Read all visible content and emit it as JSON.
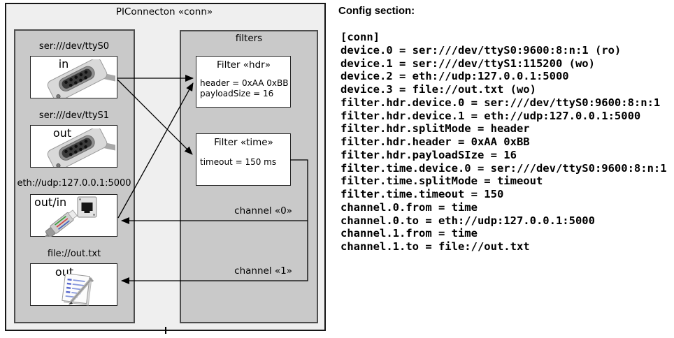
{
  "diagram": {
    "title": "PIConnecton «conn»",
    "filters_label": "filters",
    "devices": [
      {
        "label": "ser:///dev/ttyS0",
        "direction": "in",
        "icon": "serial-connector-icon"
      },
      {
        "label": "ser:///dev/ttyS1",
        "direction": "out",
        "icon": "serial-connector-icon"
      },
      {
        "label": "eth://udp:127.0.0.1:5000",
        "direction": "out/in",
        "icon": "ethernet-icon"
      },
      {
        "label": "file://out.txt",
        "direction": "out",
        "icon": "notepad-icon"
      }
    ],
    "filters": [
      {
        "title": "Filter «hdr»",
        "attr1": "header = 0xAA 0xBB",
        "attr2": "payloadSize = 16"
      },
      {
        "title": "Filter «time»",
        "attr1": "timeout = 150 ms"
      }
    ],
    "channels": [
      {
        "label": "channel «0»"
      },
      {
        "label": "channel «1»"
      }
    ]
  },
  "config": {
    "heading": "Config section:",
    "lines": [
      "[conn]",
      "device.0 = ser:///dev/ttyS0:9600:8:n:1 (ro)",
      "device.1 = ser:///dev/ttyS1:115200 (wo)",
      "device.2 = eth://udp:127.0.0.1:5000",
      "device.3 = file://out.txt (wo)",
      "filter.hdr.device.0 = ser:///dev/ttyS0:9600:8:n:1",
      "filter.hdr.device.1 = eth://udp:127.0.0.1:5000",
      "filter.hdr.splitMode = header",
      "filter.hdr.header = 0xAA 0xBB",
      "filter.hdr.payloadSIze = 16",
      "filter.time.device.0 = ser:///dev/ttyS0:9600:8:n:1",
      "filter.time.splitMode = timeout",
      "filter.time.timeout = 150",
      "channel.0.from = time",
      "channel.0.to = eth://udp:127.0.0.1:5000",
      "channel.1.from = time",
      "channel.1.to = file://out.txt"
    ]
  },
  "colors": {
    "outer_fill": "#efefef",
    "panel_fill": "#c9c9c9",
    "box_fill": "#ffffff",
    "line": "#000000"
  }
}
